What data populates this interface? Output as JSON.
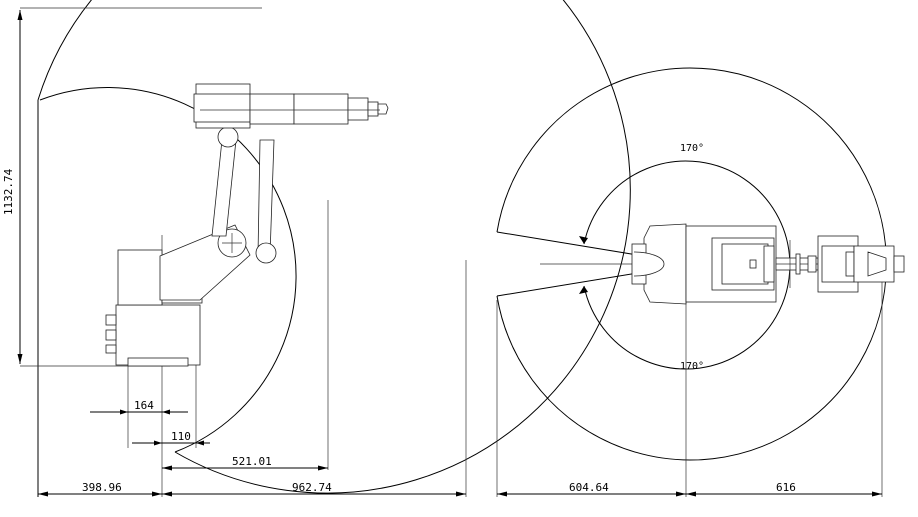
{
  "side_view": {
    "dimensions": {
      "height": "1132.74",
      "base_width": "164",
      "base_offset": "110",
      "inner_reach": "521.01",
      "rear_reach": "398.96",
      "front_reach": "962.74"
    }
  },
  "top_view": {
    "angles": {
      "upper": "170°",
      "lower": "170°"
    },
    "dimensions": {
      "rear_radius": "604.64",
      "front_reach": "616"
    }
  }
}
